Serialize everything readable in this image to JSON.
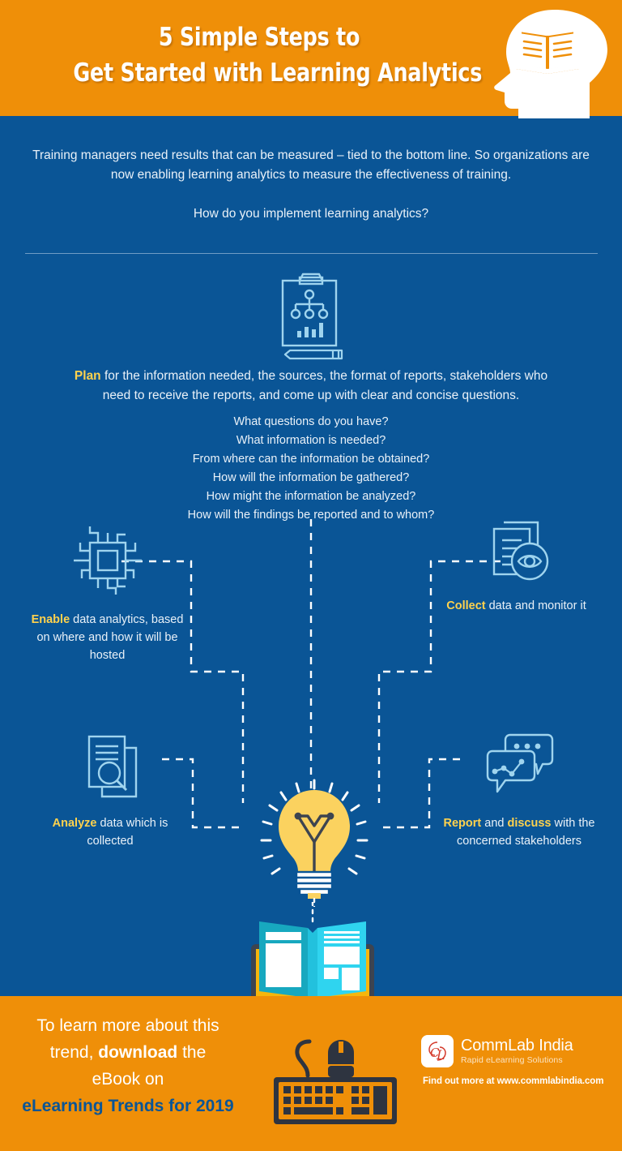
{
  "colors": {
    "background_blue": "#0a5596",
    "header_orange": "#ef8f08",
    "accent_yellow": "#ffd24d",
    "icon_light_blue": "#9fd4ee",
    "bulb_yellow": "#fbd25f",
    "book_cyan": "#22c1dd",
    "dark_slate": "#3d4450",
    "text_white": "#e9f1f8"
  },
  "header": {
    "title_line1": "5 Simple Steps to",
    "title_line2": "Get Started with Learning Analytics",
    "icon": "head-with-book-icon"
  },
  "intro": {
    "paragraph": "Training managers need results that can be measured – tied to the bottom line. So organizations are now enabling learning analytics to measure the effectiveness of training.",
    "question": "How do you implement learning analytics?"
  },
  "plan": {
    "icon": "clipboard-chart-pencil-icon",
    "keyword": "Plan",
    "body": " for the information needed, the sources, the format of reports, stakeholders who need to receive the reports, and come up with clear and concise questions.",
    "questions": [
      "What questions do you have?",
      "What information is needed?",
      "From where can the information be obtained?",
      "How will the information be gathered?",
      "How might the information be analyzed?",
      "How will the findings be reported and to whom?"
    ]
  },
  "steps": [
    {
      "id": "enable",
      "icon": "microchip-icon",
      "keyword": "Enable",
      "text": " data analytics, based on where and how it will be hosted"
    },
    {
      "id": "collect",
      "icon": "document-eye-icon",
      "keyword": "Collect",
      "text": " data and monitor it"
    },
    {
      "id": "analyze",
      "icon": "documents-magnifier-icon",
      "keyword": "Analyze",
      "text": " data which is collected"
    },
    {
      "id": "report",
      "icon": "speech-bubbles-chart-icon",
      "keyword": "Report",
      "keyword2": "discuss",
      "mid": " and ",
      "text": " with the concerned stakeholders"
    }
  ],
  "center": {
    "bulb_icon": "lightbulb-idea-icon",
    "book_icon": "open-book-laptop-icon"
  },
  "footer": {
    "cta_line1": "To learn more about this",
    "cta_line2_pre": "trend, ",
    "cta_line2_bold": "download",
    "cta_line2_post": " the",
    "cta_line3": "eBook on",
    "cta_ebook": "eLearning Trends for 2019",
    "keyboard_icon": "keyboard-mouse-icon",
    "brand_logo_icon": "commlab-cl-logo-icon",
    "brand_name": "CommLab India",
    "brand_tagline": "Rapid eLearning Solutions",
    "brand_url": "Find out more at www.commlabindia.com"
  }
}
